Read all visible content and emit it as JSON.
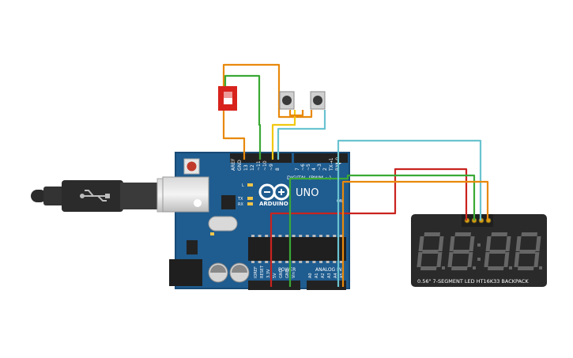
{
  "colors": {
    "board": "#1f5c8f",
    "board_dark": "#184b77",
    "wire_orange": "#e8890c",
    "wire_green": "#3aa935",
    "wire_red": "#c9231f",
    "wire_yellow": "#f2c811",
    "wire_cyan": "#6ac3d0",
    "slide_switch": "#d8231d",
    "display_body": "#2a2a2a",
    "segment": "#666666"
  },
  "icons": {
    "usb": "usb-icon",
    "arduino_logo": "arduino-infinity-icon"
  },
  "arduino": {
    "aref": "AREF",
    "gnd": "GND",
    "pin13": "13",
    "pin12": "12",
    "pin11": "~11",
    "pin10": "~10",
    "pin9": "~9",
    "pin8": "8",
    "pin7": "7",
    "pin6": "~6",
    "pin5": "~5",
    "pin4": "4",
    "pin3": "~3",
    "pin2": "2",
    "pin1": "TX→1",
    "pin0": "RX←0",
    "digital_label": "DIGITAL (PWM ~)",
    "uno": "UNO",
    "brand": "ARDUINO",
    "led_l": "L",
    "led_tx": "TX",
    "led_rx": "RX",
    "ioref": "IOREF",
    "reset": "RESET",
    "v33": "3.3V",
    "v5": "5V",
    "gnd1": "GND",
    "gnd2": "GND",
    "vin": "Vin",
    "power": "POWER",
    "analog_in": "ANALOG IN",
    "a0": "A0",
    "a1": "A1",
    "a2": "A2",
    "a3": "A3",
    "a4": "A4",
    "a5": "A5",
    "icsp": "ON"
  },
  "display": {
    "label": "0.56\" 7-SEGMENT LED HT16K33 BACKPACK",
    "digits": 4
  }
}
